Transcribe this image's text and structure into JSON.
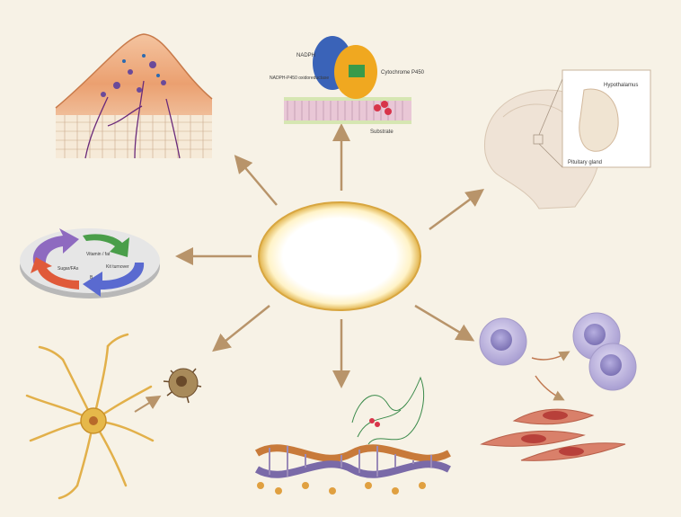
{
  "diagram": {
    "center_label": "",
    "colors": {
      "background": "#f7f2e6",
      "arrow": "#b8946a",
      "ellipse_ring": "#e8c060",
      "protein_blue": "#3a63b8",
      "protein_orange": "#f0a820",
      "cell_lilac": "#b9b0dd",
      "fibroblast": "#d9806a",
      "neuron": "#e6b84a"
    },
    "panels": {
      "skin": {
        "icon": "skin-cross-section-icon"
      },
      "p450": {
        "icon": "cytochrome-p450-icon",
        "labels": {
          "nadph": "NADPH",
          "reductase": "NADPH-P450 oxidoreductase",
          "cyto": "Cytochrome P450",
          "substrate": "Substrate"
        }
      },
      "brain": {
        "icon": "brain-hypothalamus-icon",
        "labels": {
          "hypothalamus": "Hypothalamus",
          "pituitary": "Pituitary gland"
        }
      },
      "cycle": {
        "icon": "metabolic-cycle-icon",
        "labels": {
          "left": "Sugar/FAs",
          "top": "Vitamin / fat",
          "right": "Kit turnover",
          "middle": "B"
        }
      },
      "cells": {
        "icon": "cell-differentiation-icon"
      },
      "dna": {
        "icon": "dna-protein-complex-icon"
      },
      "neuron": {
        "icon": "neuron-dendritic-cell-icon"
      }
    }
  }
}
